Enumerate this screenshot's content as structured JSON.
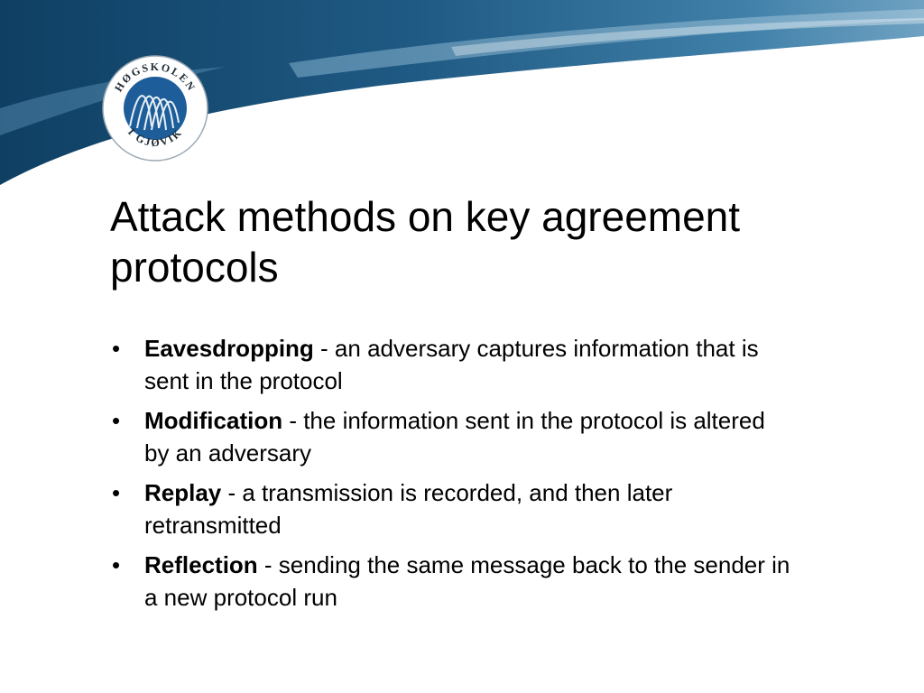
{
  "logo": {
    "name_top": "HØGSKOLEN",
    "name_bottom": "I GJØVIK"
  },
  "slide": {
    "title": "Attack methods on key agreement protocols",
    "bullets": [
      {
        "term": "Eavesdropping",
        "description": " - an adversary captures information that is sent in the protocol"
      },
      {
        "term": "Modification",
        "description": " - the information sent in the protocol is altered by an adversary"
      },
      {
        "term": "Replay",
        "description": " - a transmission is recorded, and then later retransmitted"
      },
      {
        "term": "Reflection",
        "description": " - sending the same message back to the sender in a new protocol run"
      }
    ]
  },
  "colors": {
    "banner_dark": "#0f3f63",
    "banner_mid": "#2f6f99",
    "banner_light": "#9cc4dc",
    "logo_blue": "#1d5e9a"
  }
}
